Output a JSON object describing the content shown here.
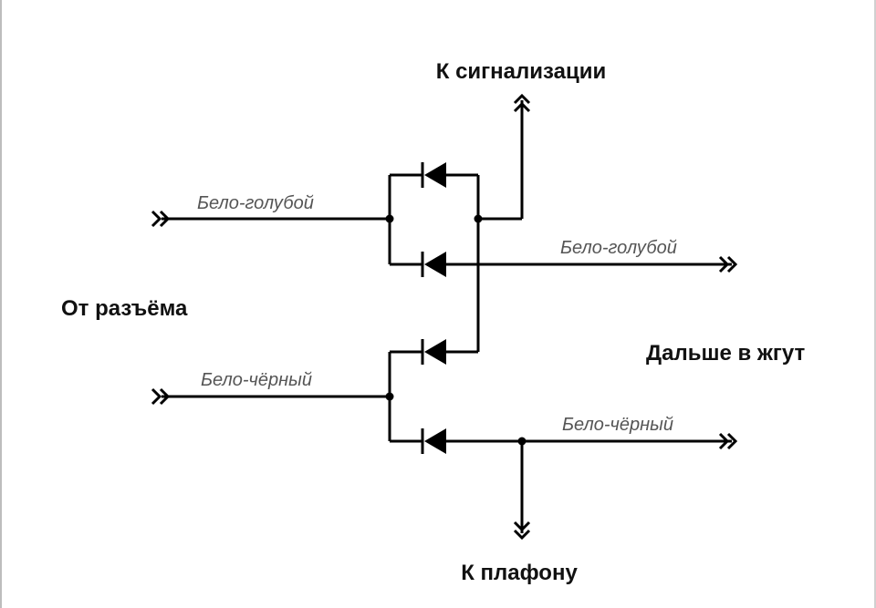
{
  "labels": {
    "to_alarm": "К сигнализации",
    "from_connector": "От разъёма",
    "further_to_harness": "Дальше в жгут",
    "to_ceiling_lamp": "К плафону"
  },
  "wires": {
    "left_top": "Бело-голубой",
    "right_top": "Бело-голубой",
    "left_bottom": "Бело-чёрный",
    "right_bottom": "Бело-чёрный"
  }
}
